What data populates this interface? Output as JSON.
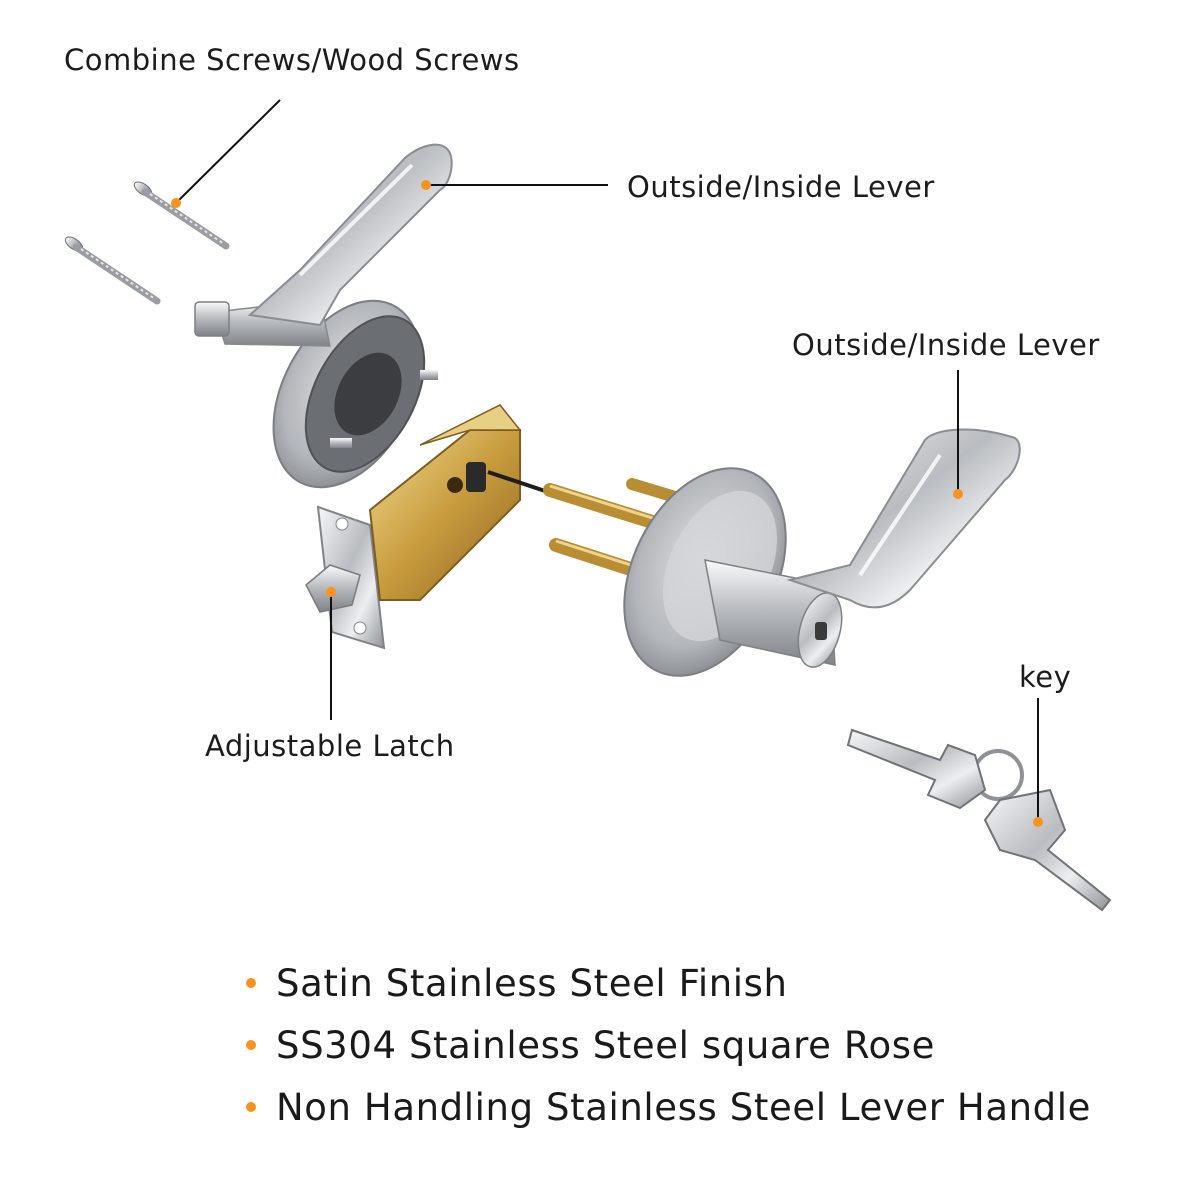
{
  "callouts": {
    "screws": "Combine Screws/Wood Screws",
    "lever_top": "Outside/Inside Lever",
    "lever_right": "Outside/Inside Lever",
    "latch": "Adjustable Latch",
    "key": "key"
  },
  "features": [
    "Satin Stainless Steel Finish",
    "SS304 Stainless Steel square Rose",
    "Non Handling Stainless Steel Lever Handle"
  ],
  "colors": {
    "accent": "#f7941d",
    "text": "#1a1a1a",
    "steel": "#c9cbcd",
    "brass": "#d9b35a"
  }
}
